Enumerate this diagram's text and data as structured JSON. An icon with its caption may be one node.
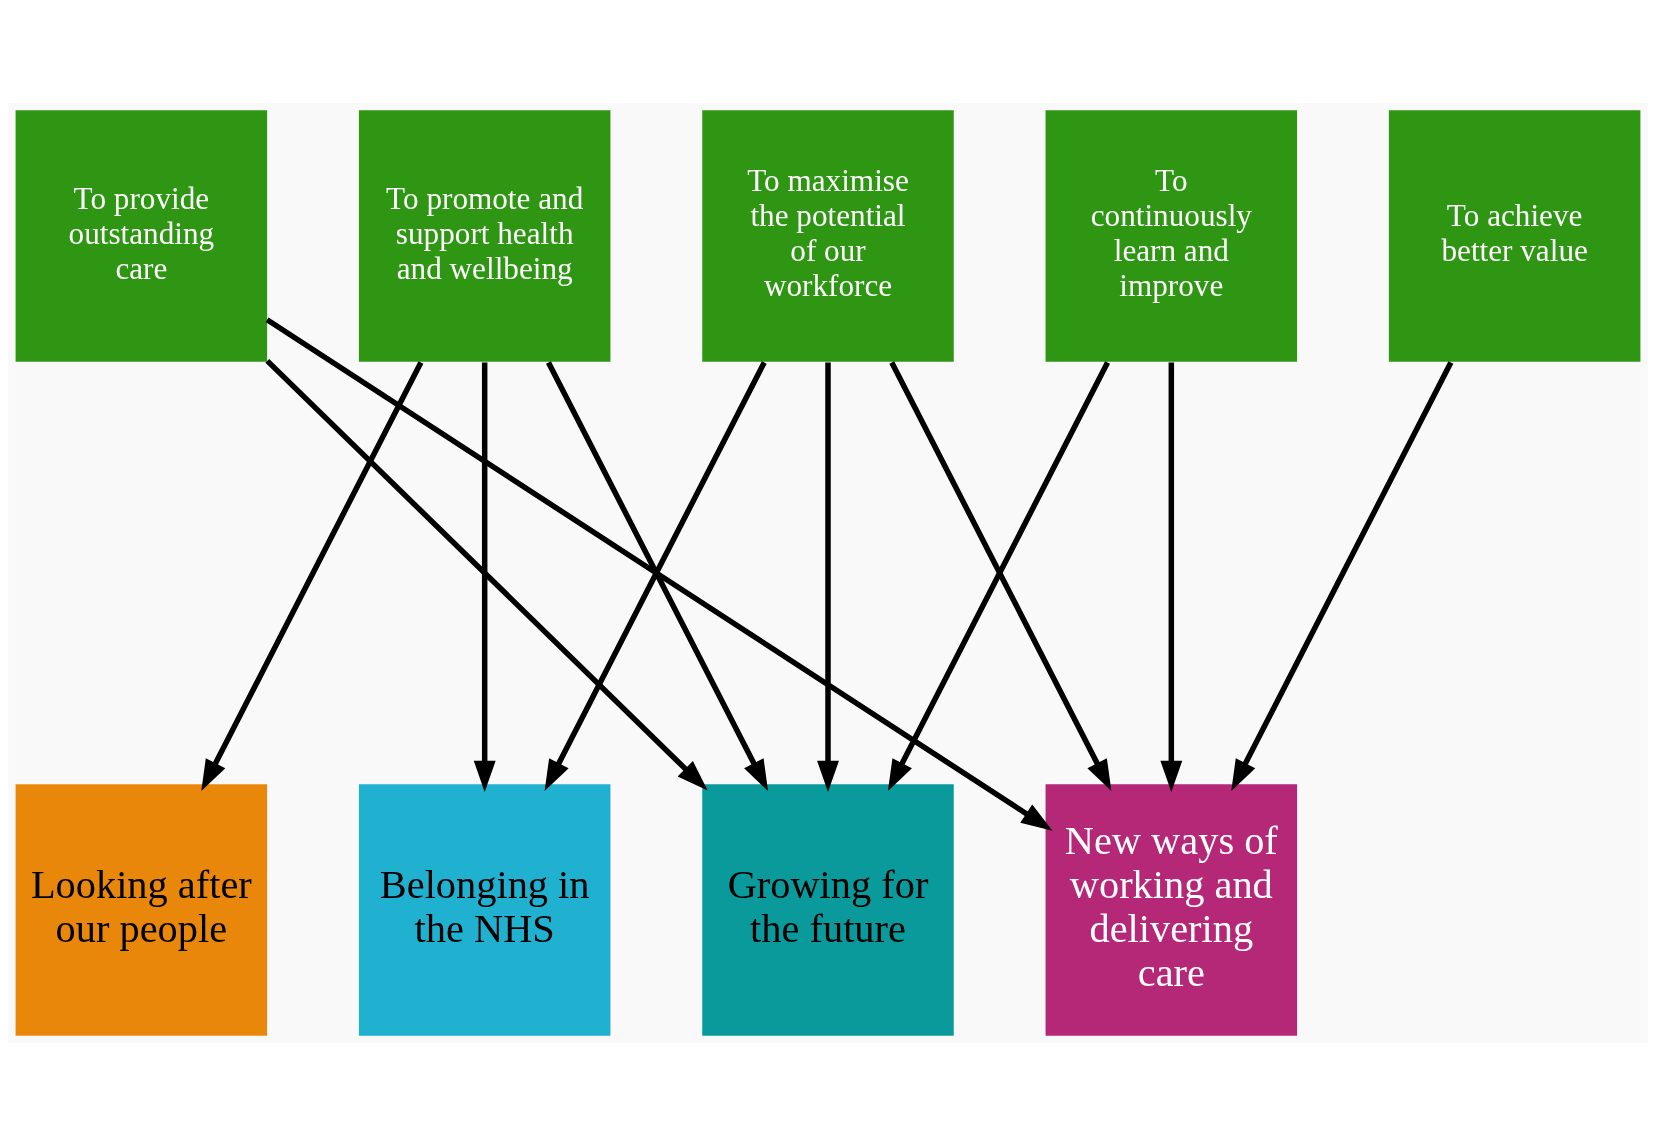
{
  "diagram": {
    "nodes": [
      {
        "text": [
          "To provide outstanding care"
        ]
      },
      {
        "text": [
          "To promote and support health and wellbeing"
        ]
      },
      {
        "text": [
          "To maximise the potential of our workforce"
        ]
      },
      {
        "text": [
          "To continuously learn and improve"
        ]
      },
      {
        "text": [
          "To achieve better value"
        ]
      },
      {
        "text": [
          "Looking after our people"
        ]
      },
      {
        "text": [
          "Belonging in the NHS"
        ]
      },
      {
        "text": [
          "Growing for the future"
        ]
      },
      {
        "text": [
          "New ways of working and delivering care"
        ]
      }
    ],
    "edges": [
      {
        "from": 0,
        "to": 7,
        "arrow": "to"
      },
      {
        "from": 0,
        "to": 8,
        "arrow": "to"
      },
      {
        "from": 1,
        "to": 5,
        "arrow": "to"
      },
      {
        "from": 1,
        "to": 6,
        "arrow": "to"
      },
      {
        "from": 1,
        "to": 7,
        "arrow": "to"
      },
      {
        "from": 2,
        "to": 6,
        "arrow": "to"
      },
      {
        "from": 2,
        "to": 7,
        "arrow": "to"
      },
      {
        "from": 2,
        "to": 8,
        "arrow": "to"
      },
      {
        "from": 3,
        "to": 7,
        "arrow": "to"
      },
      {
        "from": 3,
        "to": 8,
        "arrow": "to"
      },
      {
        "from": 4,
        "to": 8,
        "arrow": "to"
      }
    ]
  }
}
